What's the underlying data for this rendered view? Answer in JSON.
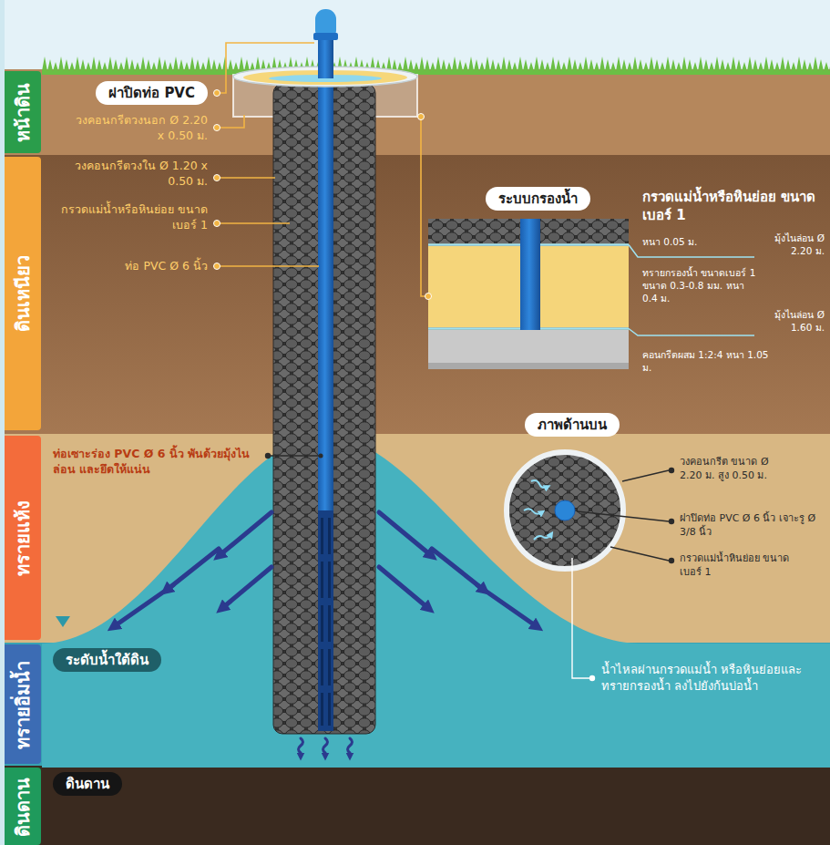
{
  "diagram": {
    "nodes": [
      {
        "text": [
          "หน้าดิน"
        ]
      },
      {
        "text": [
          "ฝาปิดท่อ PVC"
        ]
      },
      {
        "text": [
          "ดินเหนียว"
        ]
      },
      {
        "text": [
          "ระบบกรองน้ำ"
        ]
      },
      {
        "text": [
          "ทรายแห้ง"
        ]
      },
      {
        "text": [
          "ภาพด้านบน"
        ]
      },
      {
        "text": [
          "ระดับน้ำใต้ดิน"
        ]
      },
      {
        "text": [
          "ทรายอิ่มน้ำ"
        ]
      },
      {
        "text": [
          "ดินดาน"
        ]
      },
      {
        "text": [
          "ดินดาน"
        ]
      }
    ],
    "labels": [
      "วงคอนกรีตวงนอก Ø 2.20 x 0.50 ม.",
      "วงคอนกรีตวงใน Ø 1.20 x 0.50 ม.",
      "กรวดแม่น้ำหรือหินย่อย ขนาดเบอร์ 1",
      "ท่อ PVC Ø 6 นิ้ว",
      "กรวดแม่น้ำหรือหินย่อย ขนาดเบอร์ 1",
      "หนา 0.05 ม.",
      "มุ้งไนล่อน Ø 2.20 ม.",
      "ทรายกรองน้ำ ขนาดเบอร์ 1 ขนาด 0.3-0.8 มม. หนา 0.4 ม.",
      "มุ้งไนล่อน Ø 1.60 ม.",
      "คอนกรีตผสม 1:2:4 หนา 1.05 ม.",
      "ท่อเซาะร่อง PVC Ø 6 นิ้ว พันด้วยมุ้งไนล่อน และยึดให้แน่น",
      "วงคอนกรีต ขนาด Ø 2.20 ม. สูง 0.50 ม.",
      "ฝาปิดท่อ PVC Ø 6 นิ้ว เจาะรู Ø 3/8 นิ้ว",
      "กรวดแม่น้ำหินย่อย ขนาดเบอร์ 1",
      "น้ำไหลผ่านกรวดแม่น้ำ หรือหินย่อยและทรายกรองน้ำ ลงไปยังก้นบ่อน้ำ"
    ]
  }
}
